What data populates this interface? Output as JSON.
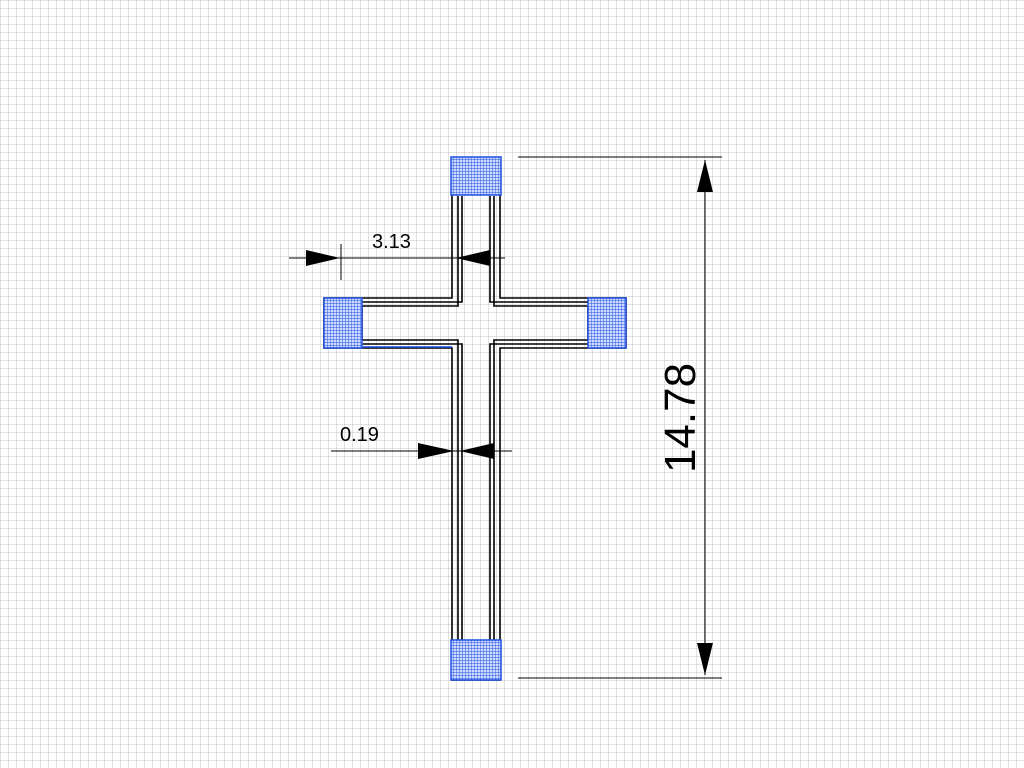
{
  "colors": {
    "background": "#ffffff",
    "grid": "#b4b4b4",
    "outline": "#000000",
    "hatch": "#1f4fe0"
  },
  "dimensions": {
    "total_height": {
      "value": "14.78"
    },
    "arm_offset": {
      "value": "3.13"
    },
    "gap": {
      "value": "0.19"
    }
  }
}
